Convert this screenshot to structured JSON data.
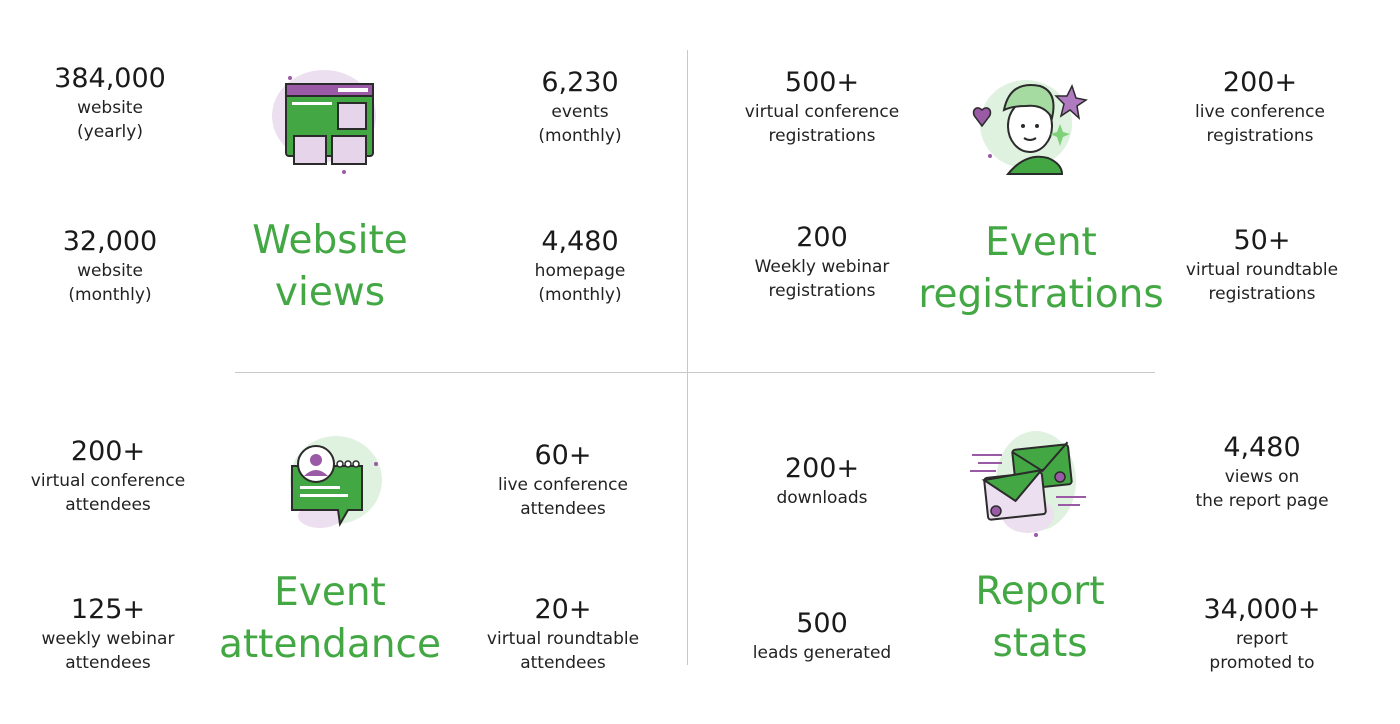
{
  "colors": {
    "accent_green": "#43a844",
    "accent_purple": "#9a5aa6",
    "text": "#1a1a1a",
    "divider": "#c8c8c8"
  },
  "website_views": {
    "heading": "Website\nviews",
    "stats": [
      {
        "value": "384,000",
        "label": "website\n(yearly)"
      },
      {
        "value": "6,230",
        "label": "events\n(monthly)"
      },
      {
        "value": "32,000",
        "label": "website\n(monthly)"
      },
      {
        "value": "4,480",
        "label": "homepage\n(monthly)"
      }
    ]
  },
  "event_registrations": {
    "heading": "Event\nregistrations",
    "stats": [
      {
        "value": "500+",
        "label": "virtual conference\nregistrations"
      },
      {
        "value": "200+",
        "label": "live conference\nregistrations"
      },
      {
        "value": "200",
        "label": "Weekly webinar\nregistrations"
      },
      {
        "value": "50+",
        "label": "virtual roundtable\nregistrations"
      }
    ]
  },
  "event_attendance": {
    "heading": "Event\nattendance",
    "stats": [
      {
        "value": "200+",
        "label": "virtual conference\nattendees"
      },
      {
        "value": "60+",
        "label": "live conference\nattendees"
      },
      {
        "value": "125+",
        "label": "weekly webinar\nattendees"
      },
      {
        "value": "20+",
        "label": "virtual roundtable\nattendees"
      }
    ]
  },
  "report_stats": {
    "heading": "Report\nstats",
    "stats": [
      {
        "value": "200+",
        "label": "downloads"
      },
      {
        "value": "4,480",
        "label": "views on\nthe report page"
      },
      {
        "value": "500",
        "label": "leads generated"
      },
      {
        "value": "34,000+",
        "label": "report\npromoted to"
      }
    ]
  },
  "icons": {
    "website": "browser-window-icon",
    "registrations": "person-with-stars-icon",
    "attendance": "chat-bubble-avatar-icon",
    "report": "envelopes-icon"
  }
}
